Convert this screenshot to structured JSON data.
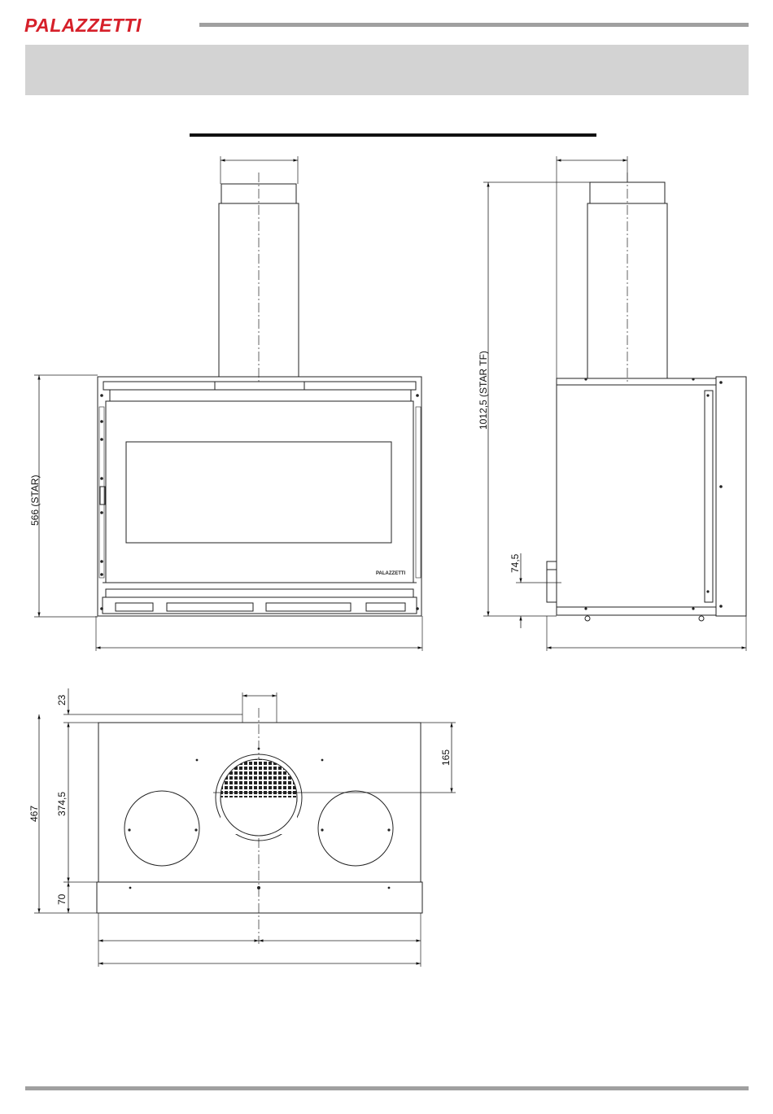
{
  "header": {
    "brand": "PALAZZETTI",
    "brand_color": "#d6202a",
    "rule_color": "#a0a0a0",
    "banner_color": "#d3d3d3"
  },
  "front_view": {
    "height_label": "566 (STAR)"
  },
  "side_view": {
    "height_label": "1012,5 (STAR TF)",
    "offset_label": "74,5"
  },
  "top_view": {
    "depth_total": "467",
    "depth_body": "374,5",
    "depth_front": "70",
    "collar_offset": "23",
    "flue_offset": "165"
  }
}
